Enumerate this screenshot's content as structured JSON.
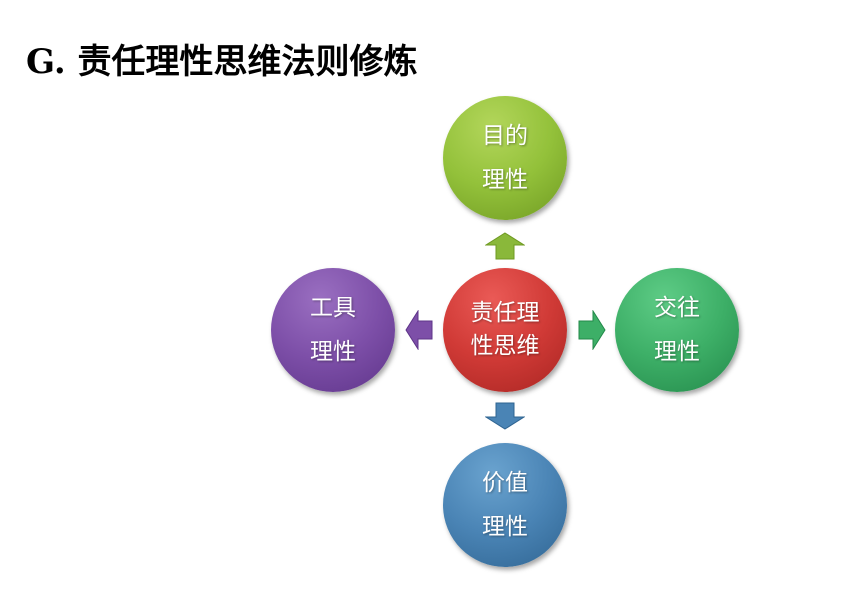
{
  "title": "G. 责任理性思维法则修炼",
  "diagram": {
    "center": {
      "line1": "责任理",
      "line2": "性思维",
      "color": "#d03a36"
    },
    "top": {
      "line1": "目的",
      "line2": "理性",
      "color": "#93c13a"
    },
    "left": {
      "line1": "工具",
      "line2": "理性",
      "color": "#7d4fa8"
    },
    "right": {
      "line1": "交往",
      "line2": "理性",
      "color": "#3daf67"
    },
    "bottom": {
      "line1": "价值",
      "line2": "理性",
      "color": "#4a84b5"
    }
  }
}
